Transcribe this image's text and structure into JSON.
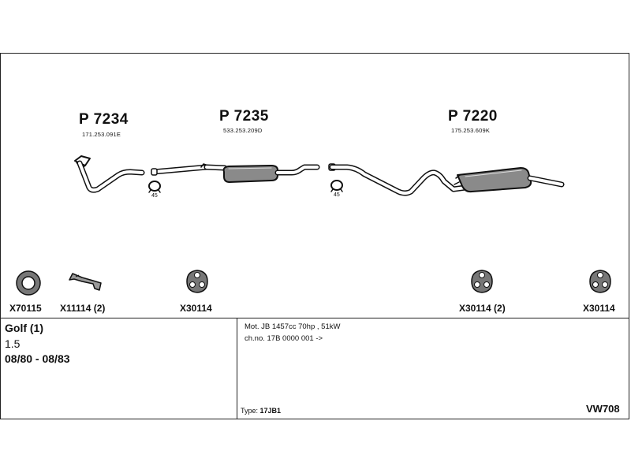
{
  "parts": [
    {
      "number": "P 7234",
      "oem": "171.253.091E"
    },
    {
      "number": "P 7235",
      "oem": "533.253.209D"
    },
    {
      "number": "P 7220",
      "oem": "175.253.609K"
    }
  ],
  "clamp_labels": [
    "45",
    "45"
  ],
  "accessories": [
    {
      "code": "X70115"
    },
    {
      "code": "X11114 (2)"
    },
    {
      "code": "X30114"
    },
    {
      "code": "X30114 (2)"
    },
    {
      "code": "X30114"
    }
  ],
  "vehicle": {
    "model": "Golf (1)",
    "engine": "1.5",
    "years": "08/80 - 08/83"
  },
  "spec": {
    "motor": "Mot. JB 1457cc 70hp , 51kW",
    "chassis": "ch.no. 17B 0000 001 ->",
    "type_label": "Type:",
    "type_value": "17JB1"
  },
  "reference": "VW708"
}
